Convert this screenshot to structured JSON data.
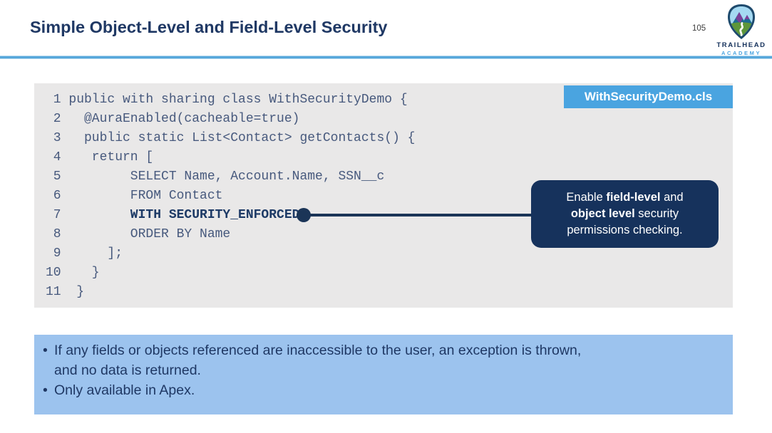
{
  "slide": {
    "title": "Simple Object-Level and Field-Level Security",
    "page_number": "105",
    "logo": {
      "primary": "TRAILHEAD",
      "secondary": "ACADEMY"
    }
  },
  "code_panel": {
    "filename_badge": "WithSecurityDemo.cls",
    "lines": [
      {
        "num": "1",
        "text": "public with sharing class WithSecurityDemo {",
        "bold": false
      },
      {
        "num": "2",
        "text": "  @AuraEnabled(cacheable=true)",
        "bold": false
      },
      {
        "num": "3",
        "text": "  public static List<Contact> getContacts() {",
        "bold": false
      },
      {
        "num": "4",
        "text": "   return [",
        "bold": false
      },
      {
        "num": "5",
        "text": "        SELECT Name, Account.Name, SSN__c",
        "bold": false
      },
      {
        "num": "6",
        "text": "        FROM Contact",
        "bold": false
      },
      {
        "num": "7",
        "text": "        WITH SECURITY_ENFORCED",
        "bold": true
      },
      {
        "num": "8",
        "text": "        ORDER BY Name",
        "bold": false
      },
      {
        "num": "9",
        "text": "     ];",
        "bold": false
      },
      {
        "num": "10",
        "text": "   }",
        "bold": false
      },
      {
        "num": "11",
        "text": " }",
        "bold": false
      }
    ]
  },
  "callout": {
    "plain_text": "Enable field-level and object level security permissions checking.",
    "segments": [
      {
        "text": "Enable "
      },
      {
        "text": "field-level",
        "bold": true
      },
      {
        "text": " and"
      },
      {
        "br": true
      },
      {
        "text": "object level",
        "bold": true
      },
      {
        "text": " security"
      },
      {
        "br": true
      },
      {
        "text": "permissions checking."
      }
    ]
  },
  "notes": {
    "bullets": [
      "If any fields or objects referenced are inaccessible to the user, an exception is thrown, and no data is returned.",
      "Only available in Apex."
    ]
  },
  "colors": {
    "title_navy": "#1f3864",
    "divider_blue": "#57a7db",
    "code_background": "#e9e8e8",
    "code_text": "#47597d",
    "badge_blue": "#4aa4e0",
    "callout_navy": "#16325c",
    "connector_navy": "#1b3557",
    "notes_background": "#9cc3ee"
  }
}
